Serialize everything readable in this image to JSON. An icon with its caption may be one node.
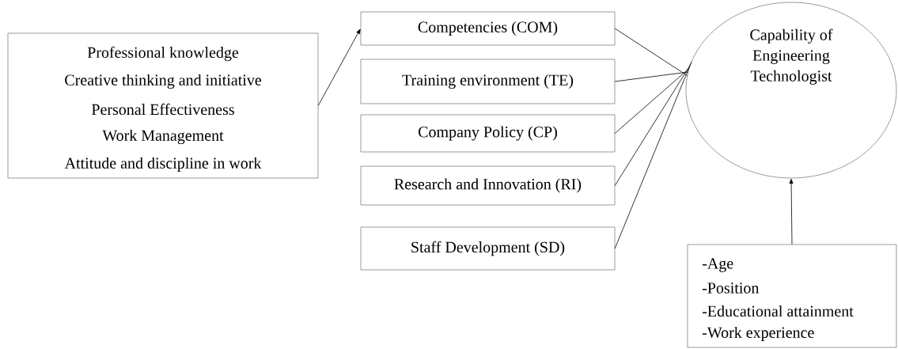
{
  "diagram": {
    "nodes": [
      {
        "text": [
          "Professional knowledge",
          "Creative thinking  and initiative",
          "Personal Effectiveness",
          "Work Management",
          "Attitude and discipline  in work"
        ]
      },
      {
        "text": [
          "Competencies (COM)"
        ]
      },
      {
        "text": [
          "Training environment (TE)"
        ]
      },
      {
        "text": [
          "Company Policy (CP)"
        ]
      },
      {
        "text": [
          "Research and Innovation (RI)"
        ]
      },
      {
        "text": [
          "Staff Development (SD)"
        ]
      },
      {
        "text": [
          "Capability of Engineering Technologist"
        ]
      },
      {
        "text": [
          "-Age",
          "-Position",
          "-Educational attainment",
          "-Work experience"
        ]
      }
    ],
    "edges": [
      {
        "from": 0,
        "to": 1,
        "arrow": "to"
      },
      {
        "from": 1,
        "to": 6,
        "arrow": "none"
      },
      {
        "from": 2,
        "to": 6,
        "arrow": "none"
      },
      {
        "from": 3,
        "to": 6,
        "arrow": "none"
      },
      {
        "from": 4,
        "to": 6,
        "arrow": "none"
      },
      {
        "from": 5,
        "to": 6,
        "arrow": "none"
      },
      {
        "from": 7,
        "to": 6,
        "arrow": "to"
      }
    ]
  }
}
